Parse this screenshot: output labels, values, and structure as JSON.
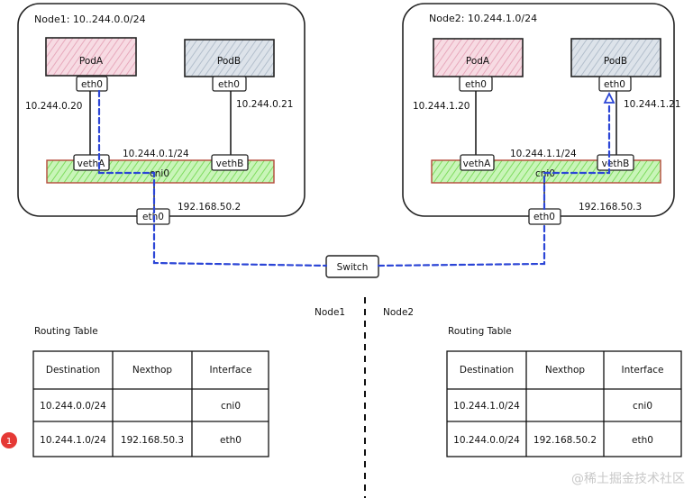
{
  "node1": {
    "title": "Node1: 10..244.0.0/24",
    "pod_a": {
      "name": "PodA",
      "eth": "eth0",
      "ip": "10.244.0.20"
    },
    "pod_b": {
      "name": "PodB",
      "eth": "eth0",
      "ip": "10.244.0.21"
    },
    "bridge": {
      "name": "cni0",
      "ip": "10.244.0.1/24"
    },
    "veth_a": "vethA",
    "veth_b": "vethB",
    "host_eth": "eth0",
    "host_ip": "192.168.50.2"
  },
  "node2": {
    "title": "Node2: 10.244.1.0/24",
    "pod_a": {
      "name": "PodA",
      "eth": "eth0",
      "ip": "10.244.1.20"
    },
    "pod_b": {
      "name": "PodB",
      "eth": "eth0",
      "ip": "10.244.1.21"
    },
    "bridge": {
      "name": "cni0",
      "ip": "10.244.1.1/24"
    },
    "veth_a": "vethA",
    "veth_b": "vethB",
    "host_eth": "eth0",
    "host_ip": "192.168.50.3"
  },
  "switch": "Switch",
  "divider": {
    "left_label": "Node1",
    "right_label": "Node2"
  },
  "routing_left": {
    "title": "Routing Table",
    "headers": [
      "Destination",
      "Nexthop",
      "Interface"
    ],
    "rows": [
      [
        "10.244.0.0/24",
        "",
        "cni0"
      ],
      [
        "10.244.1.0/24",
        "192.168.50.3",
        "eth0"
      ]
    ],
    "marker": "1"
  },
  "routing_right": {
    "title": "Routing Table",
    "headers": [
      "Destination",
      "Nexthop",
      "Interface"
    ],
    "rows": [
      [
        "10.244.1.0/24",
        "",
        "cni0"
      ],
      [
        "10.244.0.0/24",
        "192.168.50.2",
        "eth0"
      ]
    ]
  },
  "watermark": "@稀土掘金技术社区",
  "colors": {
    "pod_a_fill": "#f2c6d2",
    "pod_b_fill": "#c9d2dd",
    "bridge_fill": "#a6ec8f",
    "bridge_border": "#b5493a",
    "path_blue": "#2b45d6",
    "marker_red": "#e53935"
  }
}
